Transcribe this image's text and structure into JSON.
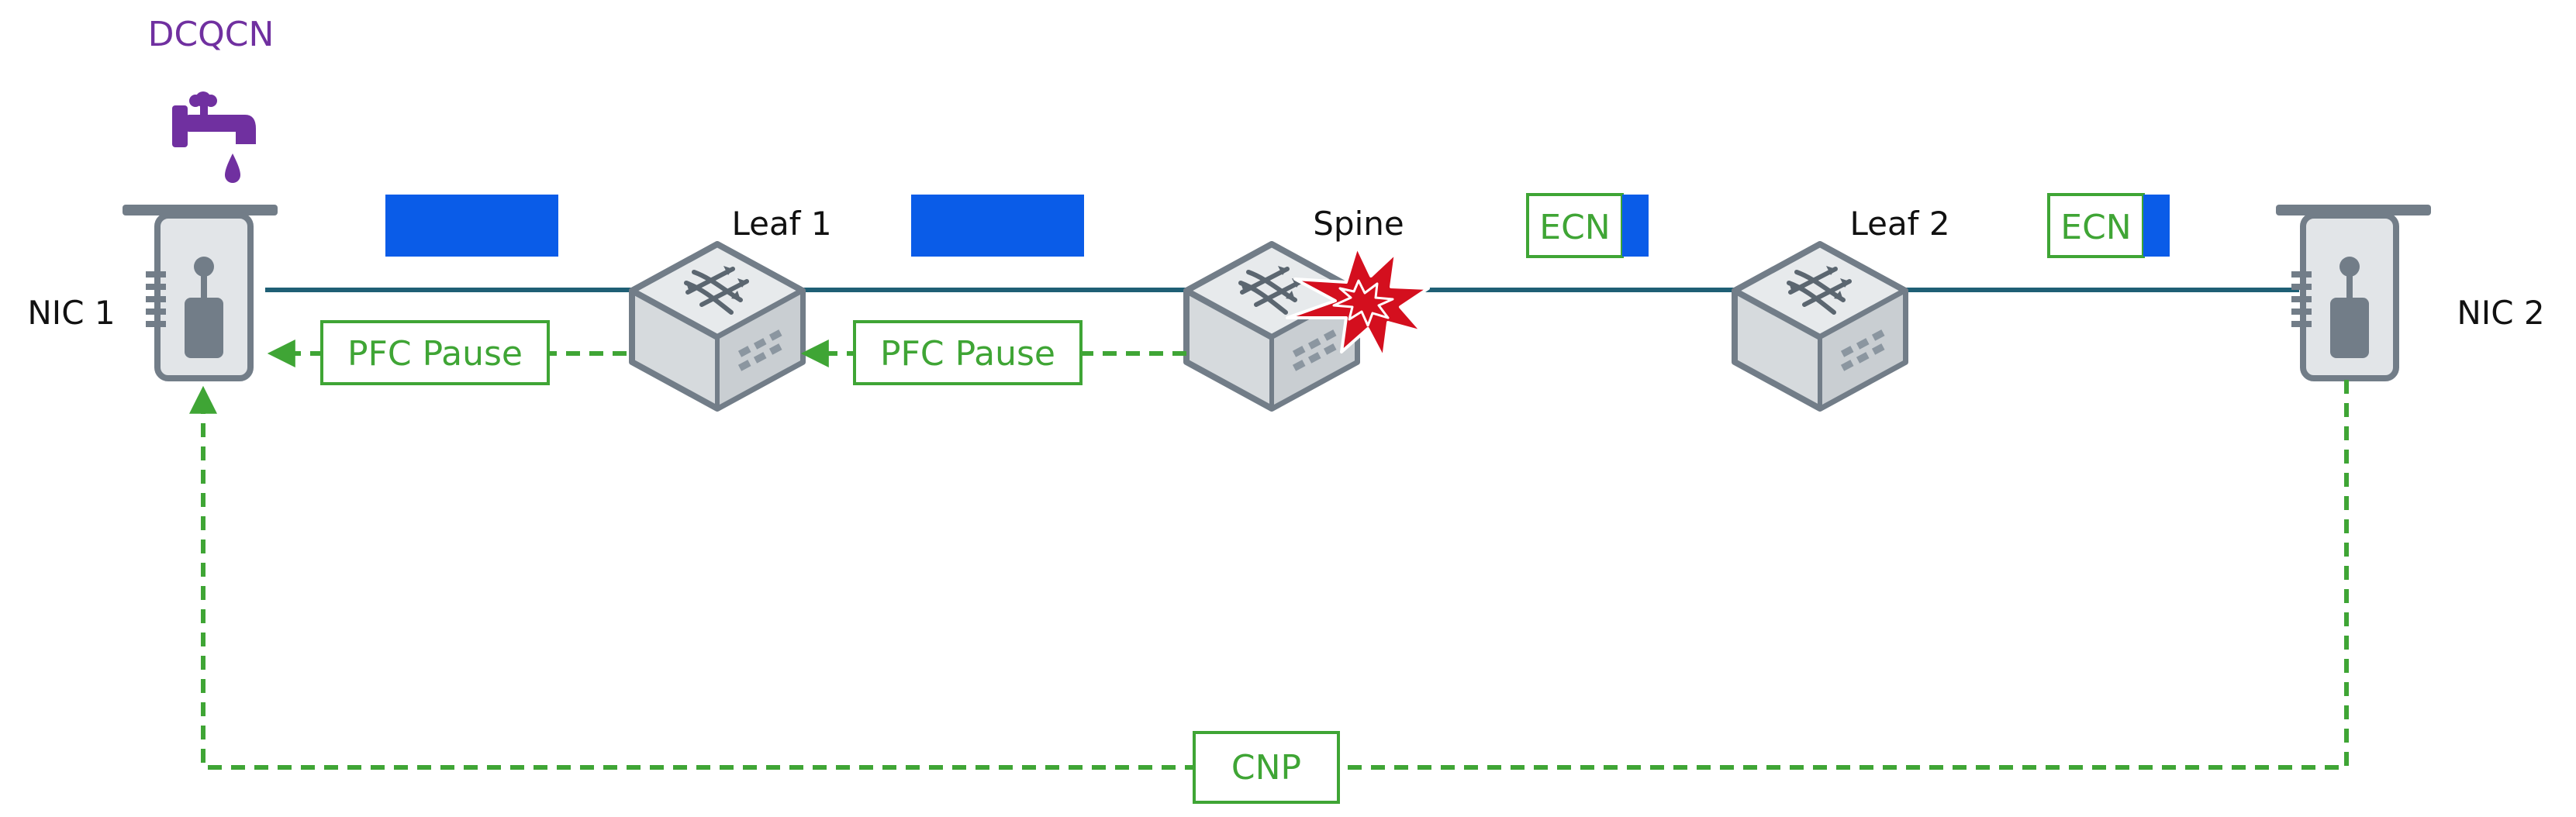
{
  "title": "DCQCN",
  "nodes": {
    "nic1": "NIC 1",
    "nic2": "NIC 2",
    "leaf1": "Leaf 1",
    "spine": "Spine",
    "leaf2": "Leaf 2"
  },
  "signals": {
    "pfc_pause_1": "PFC Pause",
    "pfc_pause_2": "PFC Pause",
    "ecn_1": "ECN",
    "ecn_2": "ECN",
    "cnp": "CNP"
  },
  "colors": {
    "accent_purple": "#7030a0",
    "link": "#1f5f75",
    "packet_blue": "#0a5ce8",
    "signal_green": "#3fa535",
    "congestion_red": "#d40f1e",
    "device_gray": "#727d88"
  },
  "icons": {
    "dcqcn": "faucet-icon",
    "nic": "network-card-icon",
    "switch": "switch-cube-icon",
    "congestion": "burst-icon"
  }
}
